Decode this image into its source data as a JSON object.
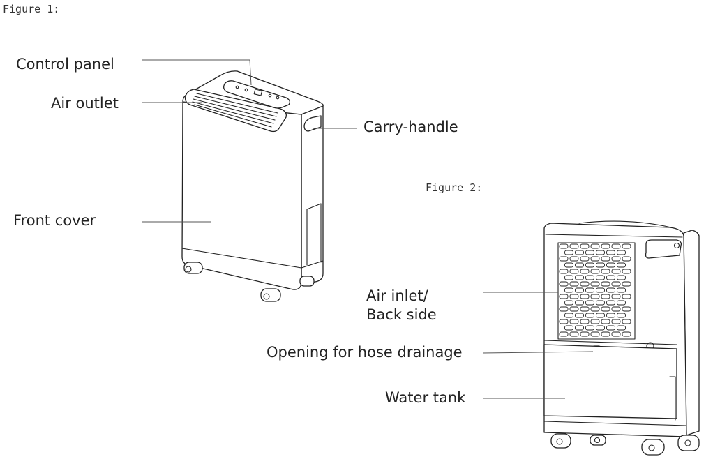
{
  "figure1": {
    "caption": "Figure 1:",
    "labels": {
      "control_panel": "Control panel",
      "air_outlet": "Air outlet",
      "front_cover": "Front cover",
      "carry_handle": "Carry-handle"
    }
  },
  "figure2": {
    "caption": "Figure 2:",
    "labels": {
      "air_inlet_line1": "Air inlet/",
      "air_inlet_line2": "Back side",
      "hose_drainage": "Opening for hose drainage",
      "water_tank": "Water tank"
    }
  },
  "colors": {
    "line": "#222222",
    "leader": "#555555",
    "background": "#ffffff"
  }
}
